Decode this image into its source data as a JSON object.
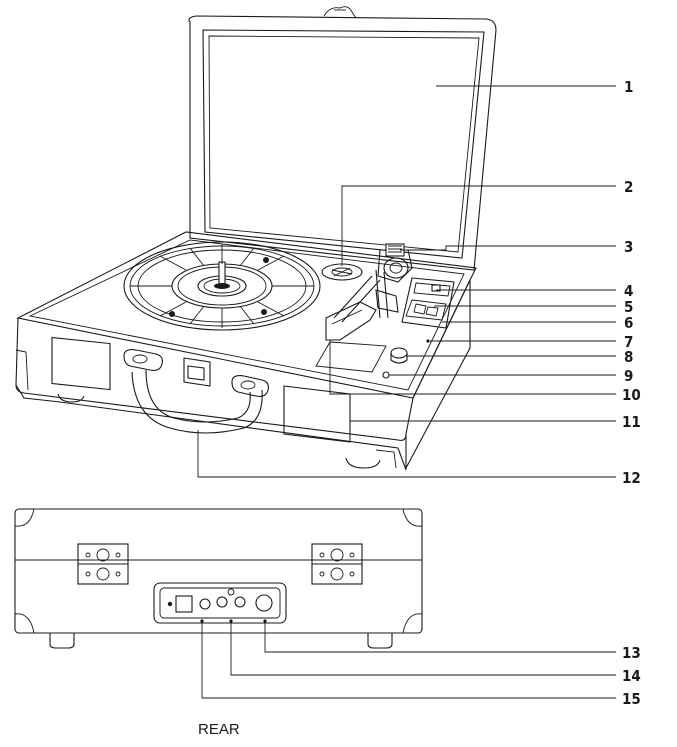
{
  "callouts": [
    "1",
    "2",
    "3",
    "4",
    "5",
    "6",
    "7",
    "8",
    "9",
    "10",
    "11",
    "12",
    "13",
    "14",
    "15"
  ],
  "rear_caption": "REAR"
}
